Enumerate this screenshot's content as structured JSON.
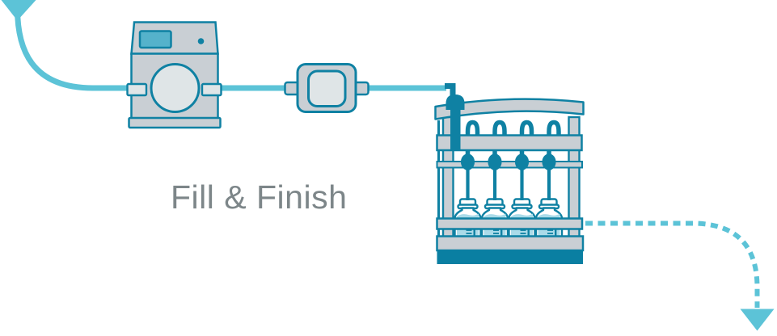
{
  "label": {
    "text": "Fill & Finish"
  },
  "colors": {
    "flow": "#5cc3d7",
    "outline": "#0f81a3",
    "machine": "#c9cfd4",
    "machine_light": "#dfe5e7",
    "screen": "#55b2cb",
    "liquid": "#aadbe9",
    "vial": "#ffffff",
    "base": "#0a7fa2",
    "label_text": "#7d8689",
    "background": "#ffffff"
  },
  "nodes": [
    {
      "id": "inflow-arrow",
      "type": "solid-arrow-down-then-right"
    },
    {
      "id": "pump-machine",
      "type": "peristaltic-pump"
    },
    {
      "id": "inline-filter",
      "type": "capsule-filter"
    },
    {
      "id": "filling-machine",
      "type": "vial-filler",
      "nozzle_count": 4,
      "vial_count": 4
    },
    {
      "id": "outflow-arrow",
      "type": "dashed-arrow-right-then-down"
    }
  ]
}
